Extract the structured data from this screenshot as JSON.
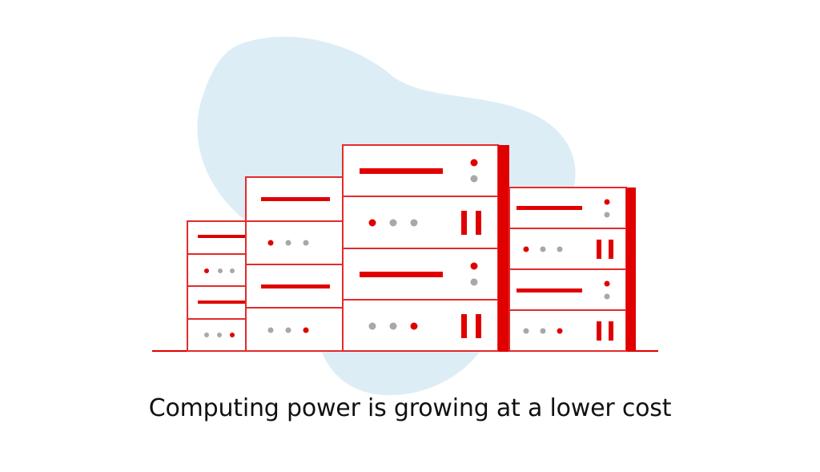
{
  "caption": "Computing power is growing at a lower cost",
  "colors": {
    "accent": "#e00000",
    "frame": "#e32b2b",
    "indicator_gray": "#a8a8a8",
    "blob": "#dcedf6",
    "background": "#ffffff",
    "text": "#111111"
  },
  "icons": {
    "illustration": "server-racks-illustration",
    "blob": "cloud-blob-shape"
  }
}
